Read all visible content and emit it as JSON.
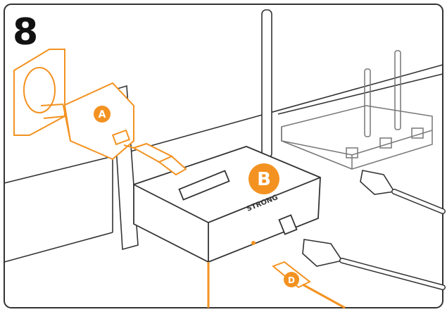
{
  "step": {
    "number": "8"
  },
  "labels": {
    "adapter": "A",
    "repeater": "B",
    "cable": "D"
  },
  "device_brand": "STRONG",
  "colors": {
    "accent": "#f39221",
    "line": "#333333",
    "background": "#ffffff",
    "label_text": "#ffffff"
  }
}
